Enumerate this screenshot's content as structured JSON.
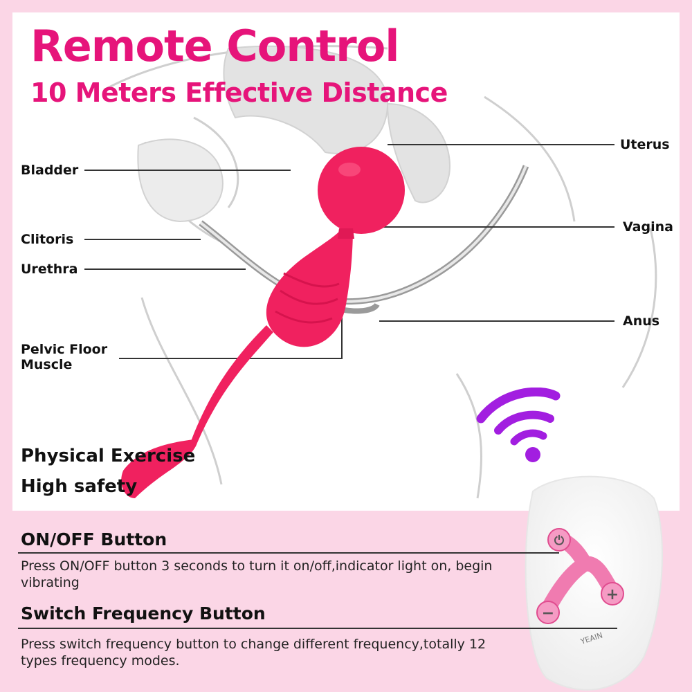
{
  "header": {
    "title": "Remote Control",
    "subtitle": "10 Meters Effective Distance"
  },
  "anatomy_labels": {
    "uterus": "Uterus",
    "bladder": "Bladder",
    "vagina": "Vagina",
    "clitoris": "Clitoris",
    "urethra": "Urethra",
    "anus": "Anus",
    "pelvic_floor_muscle": "Pelvic Floor\nMuscle"
  },
  "features": [
    "Physical Exercise",
    "High safety"
  ],
  "buttons": {
    "on_off": {
      "title": "ON/OFF Button",
      "description": "Press ON/OFF button 3 seconds to turn it on/off,indicator light on, begin vibrating"
    },
    "switch_frequency": {
      "title": "Switch Frequency Button",
      "description": "Press switch frequency button to change different frequency,totally 12 types frequency modes."
    }
  },
  "remote": {
    "brand": "YEAIN",
    "power_symbol": "⏻",
    "plus_symbol": "+",
    "minus_symbol": "−"
  },
  "icons": [
    "wifi-icon",
    "power-icon",
    "plus-icon",
    "minus-icon"
  ],
  "colors": {
    "accent": "#e6147a",
    "product": "#f0215f",
    "wifi": "#a21ee0",
    "background": "#fbd6e6"
  }
}
